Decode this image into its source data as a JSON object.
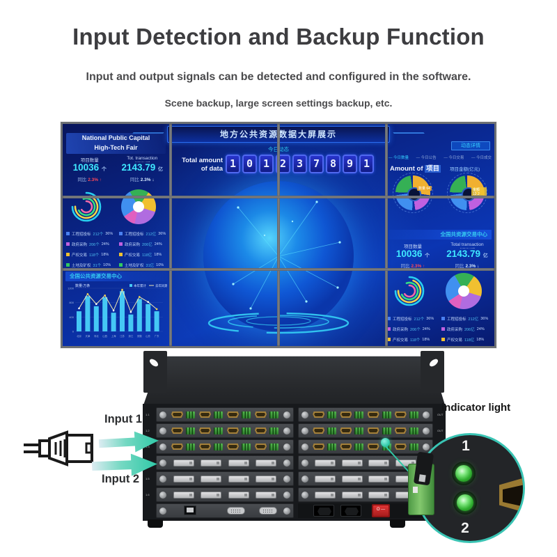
{
  "header": {
    "title": "Input Detection and Backup Function",
    "subtitle1": "Input and output signals can be detected and configured in the software.",
    "subtitle2": "Scene backup, large screen settings backup, etc."
  },
  "dashboard": {
    "banner_title": "地方公共资源数据大屏展示",
    "today_label": "今日动态",
    "left_panel": {
      "line1": "National Public Capital",
      "line2": "High-Tech Fair",
      "stats": [
        {
          "label": "项目数量",
          "value": "10036",
          "unit": "个",
          "yoy_prefix": "同比",
          "yoy": "2.3% ↑",
          "trend": "up"
        },
        {
          "label": "Tot. transaction amount",
          "value": "2143.79",
          "unit": "亿",
          "yoy_prefix": "同比",
          "yoy": "2.3% ↓",
          "trend": "down"
        }
      ]
    },
    "counter": {
      "label1": "Total amount",
      "label2": "of data",
      "digits": "101237891"
    },
    "right_top": {
      "badge": "动态详情",
      "tabs": [
        "今日数量",
        "今日公告",
        "今日交易",
        "今日成交"
      ],
      "chart1_label_en": "Amount of ",
      "chart1_label_zh": "项目",
      "chart1_note": "数量 64",
      "chart2_label": "项目金额(亿元)",
      "chart2_note": "金额 12.2"
    },
    "right_bottom": {
      "header": "全国共资源交易中心",
      "stats": [
        {
          "label": "项目数量",
          "value": "10036",
          "unit": "个",
          "yoy_prefix": "同比",
          "yoy": "2.3% ↑",
          "trend": "up"
        },
        {
          "label": "Total transaction amount",
          "value": "2143.79",
          "unit": "亿",
          "yoy_prefix": "同比",
          "yoy": "2.3% ↓",
          "trend": "down"
        }
      ]
    },
    "legend": [
      {
        "label": "工程招投标",
        "count": "212个",
        "amount": "212亿",
        "pct": "36%",
        "color": "#4a80f0"
      },
      {
        "label": "政府采购",
        "count": "206个",
        "amount": "206亿",
        "pct": "24%",
        "color": "#c060e0"
      },
      {
        "label": "产权交易",
        "count": "118个",
        "amount": "118亿",
        "pct": "18%",
        "color": "#f0c030"
      },
      {
        "label": "土地及矿权",
        "count": "31个",
        "amount": "31亿",
        "pct": "10%",
        "color": "#30c860"
      }
    ],
    "trade_center": {
      "header": "全国公共资源交易中心",
      "unit_label": "数量:万条",
      "legend_a": "本年累计",
      "legend_b": "去年同期"
    },
    "chart_data": {
      "type": "bar",
      "title": "数量:万条",
      "categories": [
        "北京",
        "天津",
        "河北",
        "山西",
        "上海",
        "江苏",
        "浙江",
        "安徽",
        "山东",
        "广东"
      ],
      "series": [
        {
          "name": "本年累计",
          "type": "bar",
          "values": [
            560,
            980,
            700,
            950,
            520,
            1120,
            470,
            900,
            760,
            560
          ]
        },
        {
          "name": "去年同期",
          "type": "line",
          "values": [
            640,
            1040,
            760,
            1000,
            580,
            1160,
            540,
            960,
            820,
            620
          ]
        }
      ],
      "ylim": [
        0,
        1200
      ],
      "yticks": [
        0,
        400,
        800,
        1200
      ],
      "legend_position": "top-right"
    }
  },
  "device": {
    "input1": "Input 1",
    "input2": "Input 2",
    "indicator_label": "indicator light",
    "led_top": "1",
    "led_bottom": "2",
    "hdmi_rows": 3,
    "dvi_rows": 3,
    "ports_per_card": 4,
    "cards_per_row": 2,
    "left_labels": [
      "1.1",
      "1.2",
      "1.3",
      "1.4",
      "1.5",
      "1.6"
    ],
    "right_label": "OUT"
  },
  "colors": {
    "accent_teal": "#2fc9a7",
    "led_green": "#46d24a",
    "screen_blue": "#0a2a96",
    "bar_cyan": "#45c8f5",
    "stat_cyan": "#3fe8ff",
    "yoy_up_red": "#ff4858",
    "yoy_down": "#d8ecff",
    "digit_border_blue": "#5068f0",
    "hdmi_gold": "#a5813a",
    "terminal_green": "#3f9f3f",
    "power_switch_red": "#c42222"
  }
}
